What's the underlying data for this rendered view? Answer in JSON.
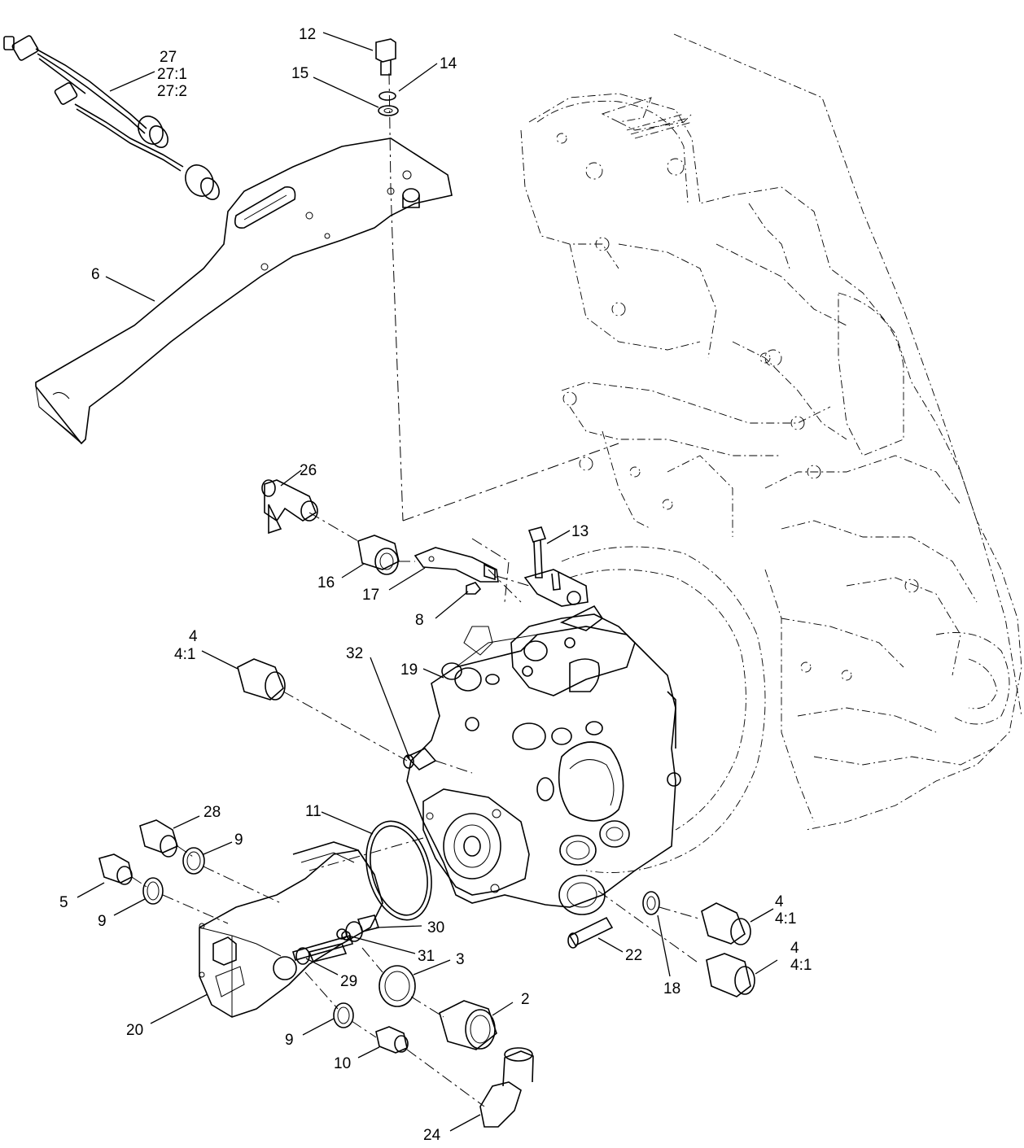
{
  "callouts": {
    "c12": "12",
    "c15": "15",
    "c14": "14",
    "c27": "27",
    "c27_1": "27:1",
    "c27_2": "27:2",
    "c6": "6",
    "c26": "26",
    "c13": "13",
    "c16": "16",
    "c17": "17",
    "c8": "8",
    "c4a": "4",
    "c4a1": "4:1",
    "c19": "19",
    "c32": "32",
    "c11": "11",
    "c28": "28",
    "c9a": "9",
    "c5": "5",
    "c9b": "9",
    "c30": "30",
    "c31": "31",
    "c29": "29",
    "c3": "3",
    "c2": "2",
    "c22": "22",
    "c18": "18",
    "c4b": "4",
    "c4b1": "4:1",
    "c4c": "4",
    "c4c1": "4:1",
    "c20": "20",
    "c9c": "9",
    "c10": "10",
    "c24": "24"
  }
}
